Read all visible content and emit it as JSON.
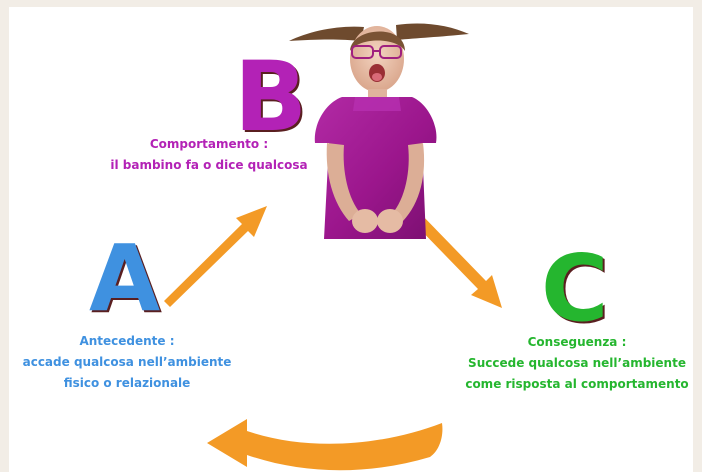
{
  "colors": {
    "background": "#f2ede6",
    "panel": "#ffffff",
    "b_accent": "#b322b6",
    "a_accent": "#3f91e0",
    "c_accent": "#25b62f",
    "arrow": "#f39a26",
    "shadow": "#5a1f20"
  },
  "diagram": {
    "b": {
      "letter": "B",
      "caption_title": "Comportamento :",
      "caption_text": "il bambino fa o dice qualcosa"
    },
    "a": {
      "letter": "A",
      "caption_title": "Antecedente :",
      "caption_line1": "accade qualcosa nell’ambiente",
      "caption_line2": "fisico o relazionale"
    },
    "c": {
      "letter": "C",
      "caption_title": "Conseguenza :",
      "caption_line1": "Succede qualcosa nell’ambiente",
      "caption_line2": "come risposta al comportamento"
    }
  },
  "image": {
    "subject": "girl-shouting-photo"
  }
}
